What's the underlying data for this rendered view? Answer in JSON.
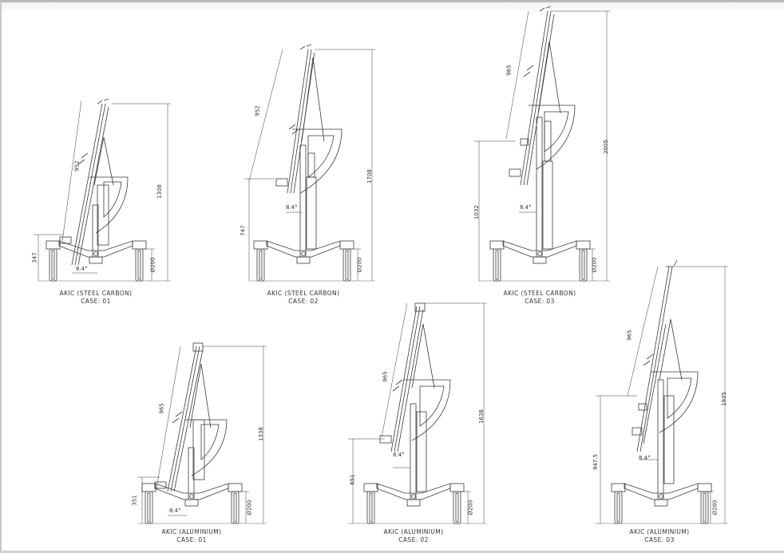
{
  "sheet": {
    "background": "#ffffff",
    "line_color": "#3a3a3a"
  },
  "figures": [
    {
      "id": "steel-case-01",
      "caption_line1": "AKIC (STEEL CARBON)",
      "caption_line2": "CASE: 01",
      "dims": {
        "arm_length": "952",
        "total_height": "1308",
        "base_height": "347",
        "angle": "8.4°",
        "wheel_diameter": "Ø200"
      }
    },
    {
      "id": "steel-case-02",
      "caption_line1": "AKIC (STEEL CARBON)",
      "caption_line2": "CASE: 02",
      "dims": {
        "arm_length": "952",
        "total_height": "1708",
        "base_height": "747",
        "angle": "8.4°",
        "wheel_diameter": "Ø200"
      }
    },
    {
      "id": "steel-case-03",
      "caption_line1": "AKIC (STEEL CARBON)",
      "caption_line2": "CASE: 03",
      "dims": {
        "arm_length": "965",
        "total_height": "2005",
        "base_height": "1032",
        "angle": "8.4°",
        "wheel_diameter": "Ø200"
      }
    },
    {
      "id": "aluminium-case-01",
      "caption_line1": "AKIC (ALUMINIUM)",
      "caption_line2": "CASE: 01",
      "dims": {
        "arm_length": "965",
        "total_height": "1338",
        "base_height": "351",
        "angle": "8.4°",
        "wheel_diameter": "Ø200"
      }
    },
    {
      "id": "aluminium-case-02",
      "caption_line1": "AKIC (ALUMINIUM)",
      "caption_line2": "CASE: 02",
      "dims": {
        "arm_length": "965",
        "total_height": "1638",
        "base_height": "651",
        "angle": "8.4°",
        "wheel_diameter": "Ø200"
      }
    },
    {
      "id": "aluminium-case-03",
      "caption_line1": "AKIC (ALUMINIUM)",
      "caption_line2": "CASE: 03",
      "dims": {
        "arm_length": "965",
        "total_height": "1935",
        "base_height": "947.5",
        "angle": "8.4°",
        "wheel_diameter": "Ø200"
      }
    }
  ]
}
